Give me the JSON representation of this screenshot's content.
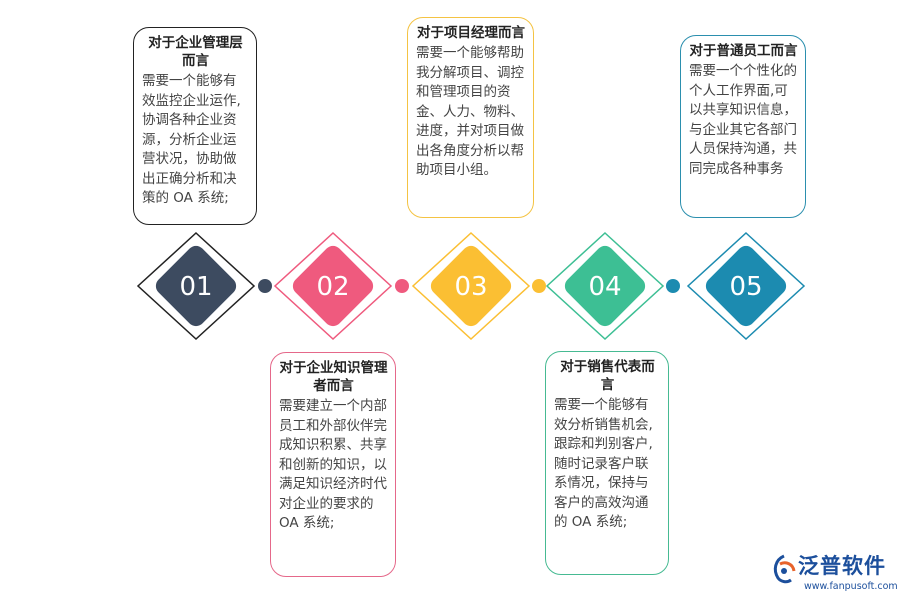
{
  "colors": {
    "step1": "#3d4b60",
    "step2": "#ef5a7e",
    "step3": "#fbbf33",
    "step4": "#3dbf94",
    "step5": "#1c8bb0"
  },
  "steps": [
    {
      "number": "01",
      "title": "对于企业管理层而言",
      "body": "需要一个能够有效监控企业运作,协调各种企业资源，分析企业运营状况，协助做出正确分析和决策的 OA 系统;"
    },
    {
      "number": "02",
      "title": "对于企业知识管理者而言",
      "body": "需要建立一个内部员工和外部伙伴完成知识积累、共享和创新的知识，以满足知识经济时代对企业的要求的 OA 系统;"
    },
    {
      "number": "03",
      "title": "对于项目经理而言",
      "body": "需要一个能够帮助我分解项目、调控和管理项目的资金、人力、物料、进度，并对项目做出各角度分析以帮助项目小组。"
    },
    {
      "number": "04",
      "title": "对于销售代表而言",
      "body": "需要一个能够有效分析销售机会,跟踪和判别客户,随时记录客户联系情况，保持与客户的高效沟通的 OA 系统;"
    },
    {
      "number": "05",
      "title": "对于普通员工而言",
      "body": "需要一个个性化的个人工作界面,可以共享知识信息，与企业其它各部门人员保持沟通，共同完成各种事务"
    }
  ],
  "logo": {
    "name": "泛普软件",
    "url": "www.fanpusoft.com",
    "icon": "fanpu-logo-icon"
  }
}
